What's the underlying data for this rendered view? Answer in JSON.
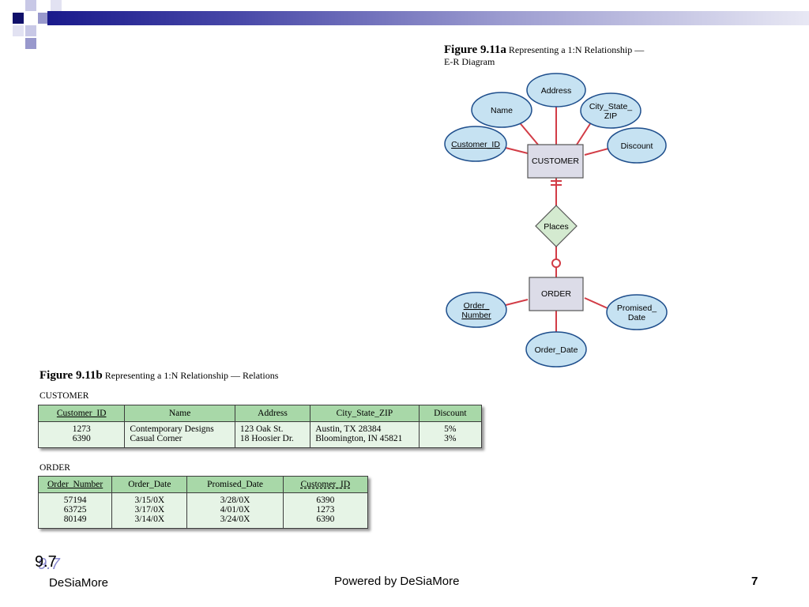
{
  "slide": {
    "number_label": "9.7",
    "footer_left": "DeSiaMore",
    "footer_center": "Powered by DeSiaMore",
    "page_number": "7"
  },
  "figure_a": {
    "label": "Figure 9.11a",
    "title_line1": "Representing a 1:N Relationship —",
    "title_line2": "E-R Diagram",
    "entities": {
      "customer": "CUSTOMER",
      "order": "ORDER"
    },
    "relationship": "Places",
    "customer_attributes": {
      "customer_id": "Customer_ID",
      "name": "Name",
      "address": "Address",
      "city_state_zip_1": "City_State_",
      "city_state_zip_2": "ZIP",
      "discount": "Discount"
    },
    "order_attributes": {
      "order_number_1": "Order_",
      "order_number_2": "Number",
      "promised_date_1": "Promised_",
      "promised_date_2": "Date",
      "order_date": "Order_Date"
    }
  },
  "figure_b": {
    "label": "Figure 9.11b",
    "title": "Representing a 1:N Relationship — Relations",
    "customer_table": {
      "name": "CUSTOMER",
      "headers": [
        "Customer_ID",
        "Name",
        "Address",
        "City_State_ZIP",
        "Discount"
      ],
      "rows": [
        [
          "1273",
          "Contemporary Designs",
          "123 Oak St.",
          "Austin, TX 28384",
          "5%"
        ],
        [
          "6390",
          "Casual Corner",
          "18 Hoosier Dr.",
          "Bloomington, IN 45821",
          "3%"
        ]
      ]
    },
    "order_table": {
      "name": "ORDER",
      "headers": [
        "Order_Number",
        "Order_Date",
        "Promised_Date",
        "Customer_ID"
      ],
      "rows": [
        [
          "57194",
          "3/15/0X",
          "3/28/0X",
          "6390"
        ],
        [
          "63725",
          "3/17/0X",
          "4/01/0X",
          "1273"
        ],
        [
          "80149",
          "3/14/0X",
          "3/24/0X",
          "6390"
        ]
      ]
    }
  },
  "colors": {
    "attribute_fill": "#c6e2f2",
    "entity_fill": "#dcdce8",
    "connector": "#d23c46",
    "table_header": "#a8d8a8",
    "table_body": "#e6f4e6",
    "header_bar": "#1a1a8c"
  }
}
